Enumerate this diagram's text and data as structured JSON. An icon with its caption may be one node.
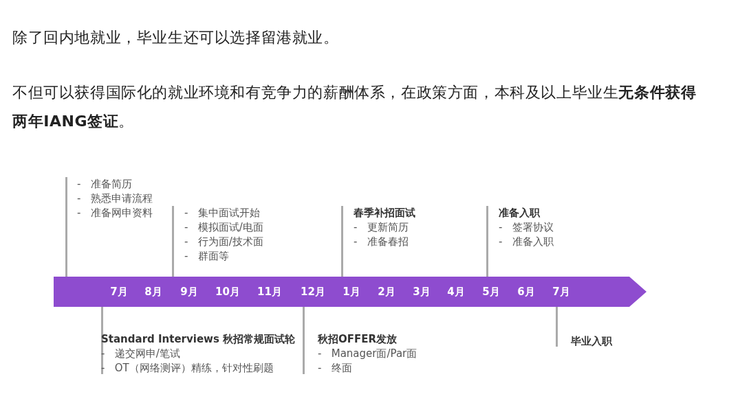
{
  "diagram": {
    "nodes": [
      {
        "text": [
          "7月",
          "8月",
          "9月",
          "10月",
          "11月",
          "12月",
          "1月",
          "2月",
          "3月",
          "4月",
          "5月",
          "6月",
          "7月"
        ]
      },
      {
        "text": [
          "-   准备简历",
          "-   熟悉申请流程",
          "-   准备网申资料"
        ]
      },
      {
        "text": [
          "-   集中面试开始",
          "-   模拟面试/电面",
          "-   行为面/技术面",
          "-   群面等"
        ]
      },
      {
        "text": [
          "春季补招面试",
          "-   更新简历",
          "-   准备春招"
        ]
      },
      {
        "text": [
          "准备入职",
          "-   签署协议",
          "-   准备入职"
        ]
      },
      {
        "text": [
          "Standard Interviews 秋招常规面试轮",
          "-   递交网申/笔试",
          "-   OT（网络测评）精练，针对性刷题"
        ]
      },
      {
        "text": [
          "秋招OFFER发放",
          "-   Manager面/Par面",
          "-   终面"
        ]
      },
      {
        "text": [
          "毕业入职"
        ]
      }
    ],
    "edges": [
      {
        "from": 1,
        "to": 0,
        "arrow": "none"
      },
      {
        "from": 2,
        "to": 0,
        "arrow": "none"
      },
      {
        "from": 3,
        "to": 0,
        "arrow": "none"
      },
      {
        "from": 4,
        "to": 0,
        "arrow": "none"
      },
      {
        "from": 5,
        "to": 0,
        "arrow": "none"
      },
      {
        "from": 6,
        "to": 0,
        "arrow": "none"
      },
      {
        "from": 7,
        "to": 0,
        "arrow": "none"
      }
    ],
    "labels": [
      "除了回内地就业，毕业生还可以选择留港就业。",
      "不但可以获得国际化的就业环境和有竞争力的薪酬体系，在政策方面，本科及以上毕业生**无条件获得两年IANG签证**。"
    ]
  }
}
